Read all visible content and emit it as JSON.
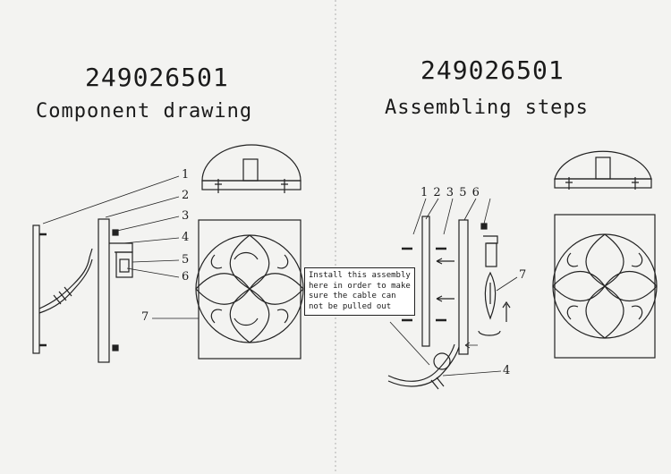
{
  "left": {
    "model": "249026501",
    "title": "Component drawing",
    "labels": [
      "1",
      "2",
      "3",
      "4",
      "5",
      "6",
      "7"
    ]
  },
  "right": {
    "model": "249026501",
    "title": "Assembling steps",
    "top_label": "1 2 3 5 6",
    "labels": {
      "seven": "7",
      "four": "4"
    },
    "note": [
      "Install this assembly",
      "here in order to make",
      "sure the cable can",
      "not be pulled out"
    ]
  }
}
